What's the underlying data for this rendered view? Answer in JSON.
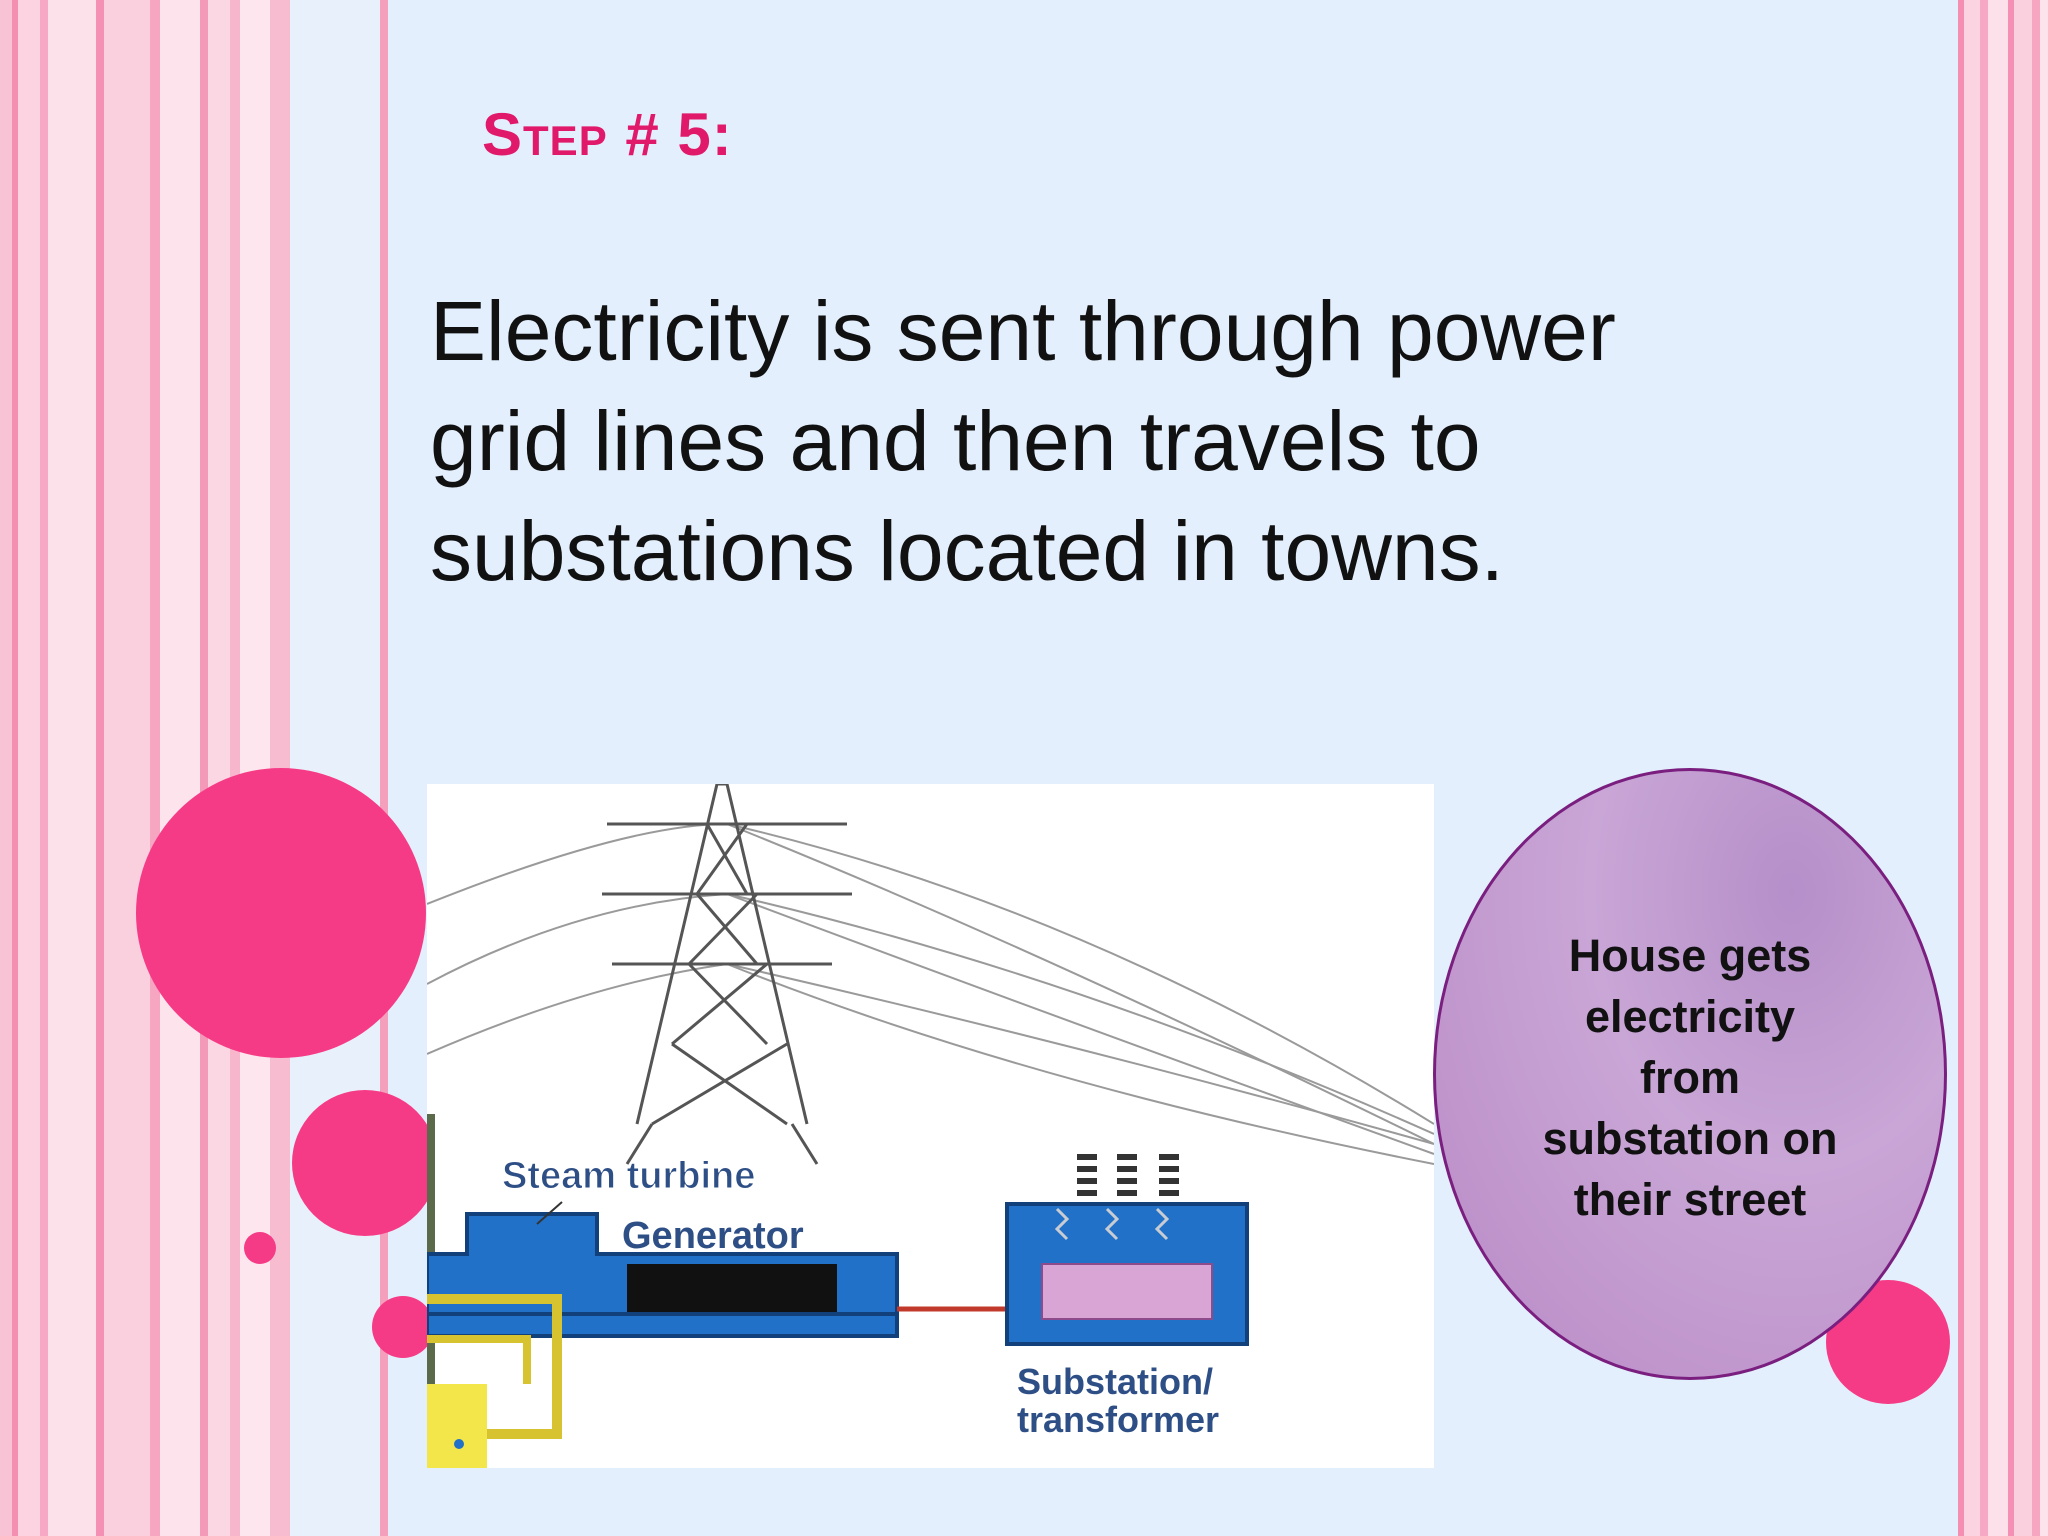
{
  "slide": {
    "title": "Step # 5:",
    "body": "Electricity is sent through power grid lines and then travels to substations located in towns."
  },
  "diagram": {
    "label_turbine": "Steam turbine",
    "label_generator": "Generator",
    "label_substation_1": "Substation/",
    "label_substation_2": "transformer"
  },
  "callout": {
    "text": "House gets electricity from substation on their street"
  },
  "colors": {
    "title": "#e0196b",
    "accent_pink": "#f63b86",
    "callout_fill": "#c9a6d6",
    "callout_border": "#7a1f7f",
    "machine_blue": "#2271c9"
  }
}
